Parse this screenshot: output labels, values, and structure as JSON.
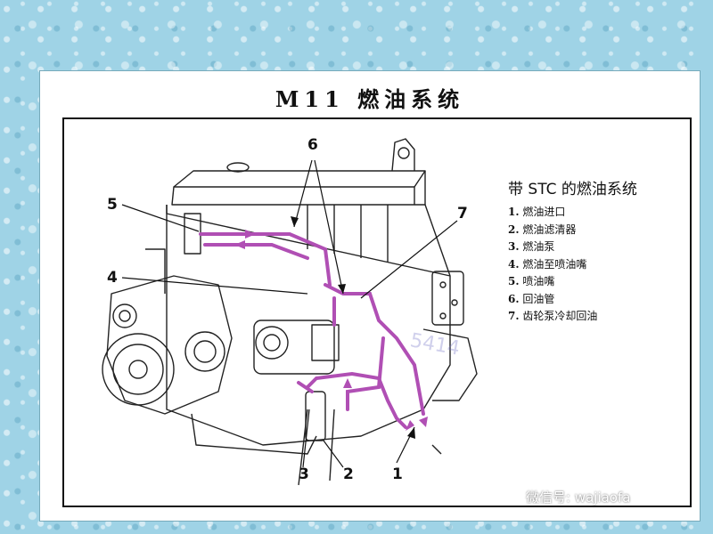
{
  "title": "M11 燃油系统",
  "legend": {
    "heading": "带 STC 的燃油系统",
    "items": [
      {
        "num": "1.",
        "label": "燃油进口"
      },
      {
        "num": "2.",
        "label": "燃油滤清器"
      },
      {
        "num": "3.",
        "label": "燃油泵"
      },
      {
        "num": "4.",
        "label": "燃油至喷油嘴"
      },
      {
        "num": "5.",
        "label": "喷油嘴"
      },
      {
        "num": "6.",
        "label": "回油管"
      },
      {
        "num": "7.",
        "label": "齿轮泵冷却回油"
      }
    ]
  },
  "callouts": {
    "c1": "1",
    "c2": "2",
    "c3": "3",
    "c4": "4",
    "c5": "5",
    "c6": "6",
    "c7": "7"
  },
  "watermark": {
    "number": "5414"
  },
  "wechat": "微信号: wajiaofa",
  "colors": {
    "fuel_line": "#b04fb4",
    "line_art": "#222222"
  }
}
